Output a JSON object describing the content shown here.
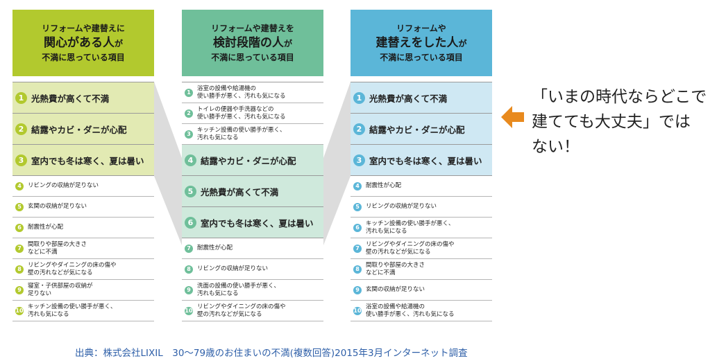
{
  "columns": [
    {
      "id": "col1",
      "heading": [
        "リフォームや建替えに",
        "関心がある人",
        "が",
        "不満に思っている項目"
      ],
      "items": [
        {
          "num": "1",
          "text": "光熱費が高くて不満",
          "highlight": true
        },
        {
          "num": "2",
          "text": "結露やカビ・ダニが心配",
          "highlight": true
        },
        {
          "num": "3",
          "text": "室内でも冬は寒く、夏は暑い",
          "highlight": true
        },
        {
          "num": "4",
          "text": "リビングの収納が足りない",
          "highlight": false
        },
        {
          "num": "5",
          "text": "玄関の収納が足りない",
          "highlight": false
        },
        {
          "num": "6",
          "text": "耐震性が心配",
          "highlight": false
        },
        {
          "num": "7",
          "text": "間取りや部屋の大きさ\nなどに不満",
          "highlight": false
        },
        {
          "num": "8",
          "text": "リビングやダイニングの床の傷や\n壁の汚れなどが気になる",
          "highlight": false
        },
        {
          "num": "9",
          "text": "寝室・子供部屋の収納が\n足りない",
          "highlight": false
        },
        {
          "num": "10",
          "text": "キッチン設備の使い勝手が悪く、\n汚れも気になる",
          "highlight": false
        }
      ]
    },
    {
      "id": "col2",
      "heading": [
        "リフォームや建替えを",
        "検討段階の人",
        "が",
        "不満に思っている項目"
      ],
      "items": [
        {
          "num": "1",
          "text": "浴室の設備や給湯機の\n使い勝手が悪く、汚れも気になる",
          "highlight": false
        },
        {
          "num": "2",
          "text": "トイレの便器や手洗器などの\n使い勝手が悪く、汚れも気になる",
          "highlight": false
        },
        {
          "num": "3",
          "text": "キッチン設備の使い勝手が悪く、\n汚れも気になる",
          "highlight": false
        },
        {
          "num": "4",
          "text": "結露やカビ・ダニが心配",
          "highlight": true
        },
        {
          "num": "5",
          "text": "光熱費が高くて不満",
          "highlight": true
        },
        {
          "num": "6",
          "text": "室内でも冬は寒く、夏は暑い",
          "highlight": true
        },
        {
          "num": "7",
          "text": "耐震性が心配",
          "highlight": false
        },
        {
          "num": "8",
          "text": "リビングの収納が足りない",
          "highlight": false
        },
        {
          "num": "9",
          "text": "洗面の設備の使い勝手が悪く、\n汚れも気になる",
          "highlight": false
        },
        {
          "num": "10",
          "text": "リビングやダイニングの床の傷や\n壁の汚れなどが気になる",
          "highlight": false
        }
      ]
    },
    {
      "id": "col3",
      "heading": [
        "リフォームや",
        "建替えをした人",
        "が",
        "不満に思っている項目"
      ],
      "items": [
        {
          "num": "1",
          "text": "光熱費が高くて不満",
          "highlight": true
        },
        {
          "num": "2",
          "text": "結露やカビ・ダニが心配",
          "highlight": true
        },
        {
          "num": "3",
          "text": "室内でも冬は寒く、夏は暑い",
          "highlight": true
        },
        {
          "num": "4",
          "text": "耐震性が心配",
          "highlight": false
        },
        {
          "num": "5",
          "text": "リビングの収納が足りない",
          "highlight": false
        },
        {
          "num": "6",
          "text": "キッチン設備の使い勝手が悪く、\n汚れも気になる",
          "highlight": false
        },
        {
          "num": "7",
          "text": "リビングやダイニングの床の傷や\n壁の汚れなどが気になる",
          "highlight": false
        },
        {
          "num": "8",
          "text": "間取りや部屋の大きさ\nなどに不満",
          "highlight": false
        },
        {
          "num": "9",
          "text": "玄関の収納が足りない",
          "highlight": false
        },
        {
          "num": "10",
          "text": "浴室の設備や給湯機の\n使い勝手が悪く、汚れも気になる",
          "highlight": false
        }
      ]
    }
  ],
  "callout": {
    "lines": [
      "「いまの時代ならどこで",
      "建てても大丈夫」では",
      "ない！"
    ],
    "arrow_color": "#e88a1e",
    "arrow_icon": "left-arrow-icon"
  },
  "source": "出典：株式会社LIXIL　30～79歳のお住まいの不満(複数回答)2015年3月インターネット調査",
  "colors": {
    "col1": "#b2c92e",
    "col2": "#6fbf9a",
    "col3": "#5bb6d8",
    "source_text": "#2e5fa8"
  }
}
